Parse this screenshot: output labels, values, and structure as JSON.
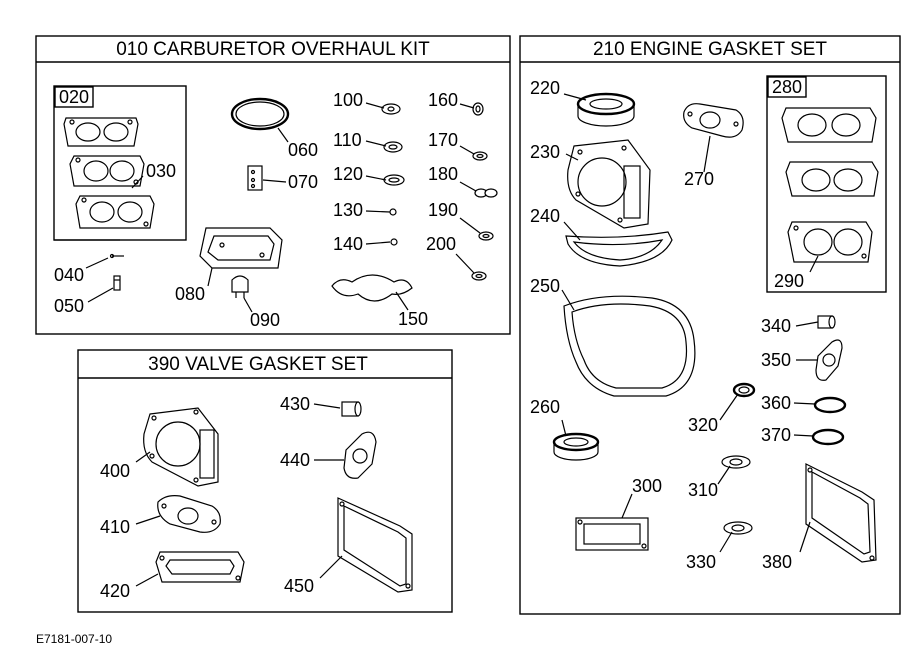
{
  "panels": {
    "carburetor": {
      "title": "010 CARBURETOR OVERHAUL KIT",
      "subkit": "020"
    },
    "engine": {
      "title": "210 ENGINE GASKET SET",
      "subkit": "280"
    },
    "valve": {
      "title": "390 VALVE GASKET SET"
    }
  },
  "callouts": {
    "c030": "030",
    "c040": "040",
    "c050": "050",
    "c060": "060",
    "c070": "070",
    "c080": "080",
    "c090": "090",
    "c100": "100",
    "c110": "110",
    "c120": "120",
    "c130": "130",
    "c140": "140",
    "c150": "150",
    "c160": "160",
    "c170": "170",
    "c180": "180",
    "c190": "190",
    "c200": "200",
    "c220": "220",
    "c230": "230",
    "c240": "240",
    "c250": "250",
    "c260": "260",
    "c270": "270",
    "c290": "290",
    "c300": "300",
    "c310": "310",
    "c320": "320",
    "c330": "330",
    "c340": "340",
    "c350": "350",
    "c360": "360",
    "c370": "370",
    "c380": "380",
    "c400": "400",
    "c410": "410",
    "c420": "420",
    "c430": "430",
    "c440": "440",
    "c450": "450"
  },
  "footer": {
    "figure_id": "E7181-007-10"
  }
}
